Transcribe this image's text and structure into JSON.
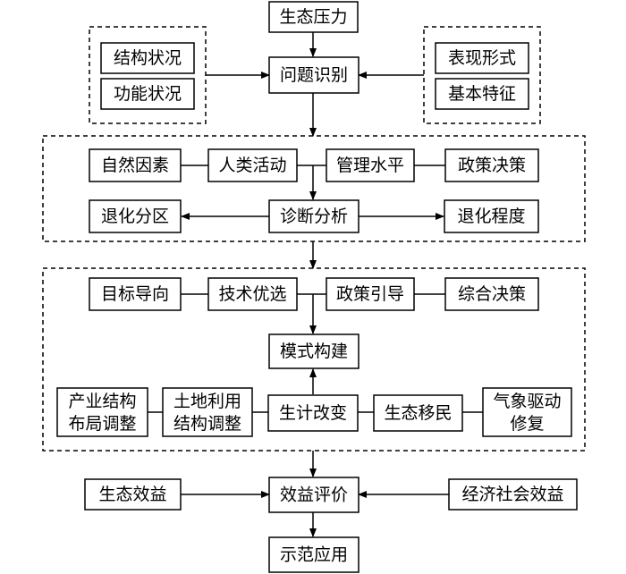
{
  "nodes": {
    "ecological_pressure": "生态压力",
    "structure_status": "结构状况",
    "function_status": "功能状况",
    "problem_identification": "问题识别",
    "manifestation": "表现形式",
    "basic_features": "基本特征",
    "natural_factors": "自然因素",
    "human_activities": "人类活动",
    "management_level": "管理水平",
    "policy_decision_1": "政策决策",
    "degradation_zoning": "退化分区",
    "diagnostic_analysis": "诊断分析",
    "degradation_degree": "退化程度",
    "goal_orientation": "目标导向",
    "technology_selection": "技术优选",
    "policy_guidance": "政策引导",
    "comprehensive_decision": "综合决策",
    "model_construction": "模式构建",
    "industrial_structure_line1": "产业结构",
    "industrial_structure_line2": "布局调整",
    "land_use_line1": "土地利用",
    "land_use_line2": "结构调整",
    "livelihood_change": "生计改变",
    "ecological_migration": "生态移民",
    "climate_driven_line1": "气象驱动",
    "climate_driven_line2": "修复",
    "ecological_benefits": "生态效益",
    "benefit_evaluation": "效益评价",
    "economic_social_benefits": "经济社会效益",
    "demonstration_application": "示范应用"
  }
}
